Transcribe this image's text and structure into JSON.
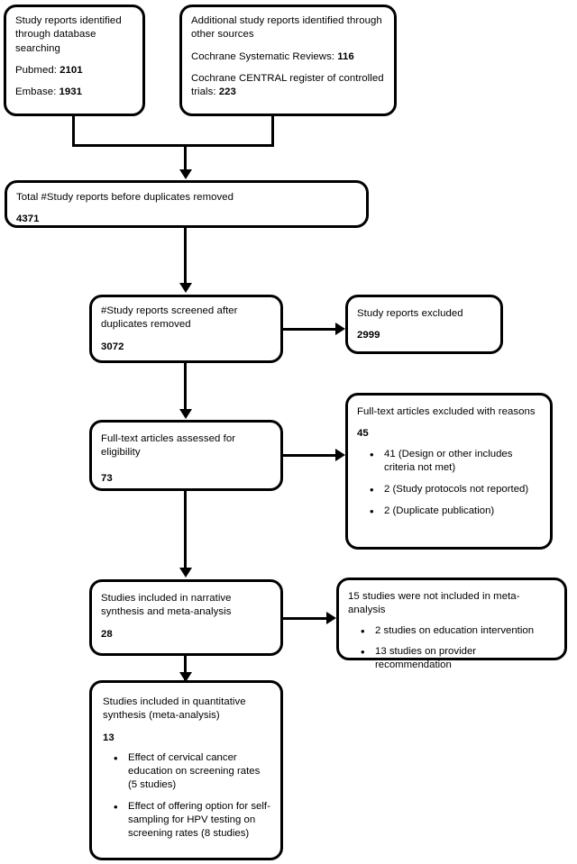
{
  "diagram": {
    "title": "PRISMA study selection flow diagram",
    "nodes": {
      "identification_db": {
        "line1": "Study reports identified through database searching",
        "line2_label": "Pubmed: ",
        "line2_value": "2101",
        "line3_label": "Embase: ",
        "line3_value": "1931"
      },
      "identification_other": {
        "line1": "Additional study reports identified through other sources",
        "line2_label": "Cochrane Systematic Reviews: ",
        "line2_value": "116",
        "line3_label": "Cochrane CENTRAL register of controlled trials: ",
        "line3_value": "223"
      },
      "total_before_duplicates": {
        "label": "Total #Study reports before duplicates removed",
        "value": "4371"
      },
      "screened": {
        "label": "#Study reports screened after duplicates removed",
        "value": "3072"
      },
      "excluded_screened": {
        "label": "Study reports excluded",
        "value": "2999"
      },
      "eligibility": {
        "label": "Full-text articles assessed for eligibility",
        "value": "73"
      },
      "excluded_fulltext": {
        "label": "Full-text articles excluded with reasons",
        "value": "45",
        "reasons": [
          "41 (Design or other includes criteria not met)",
          "2 (Study protocols not reported)",
          "2 (Duplicate publication)"
        ]
      },
      "narrative_synthesis": {
        "label": "Studies included in narrative synthesis and meta-analysis",
        "value": "28"
      },
      "not_in_meta": {
        "label": "15 studies were not included in meta-analysis",
        "items": [
          "2 studies on education intervention",
          "13 studies on provider recommendation"
        ]
      },
      "quantitative_synthesis": {
        "label": "Studies included in quantitative synthesis (meta-analysis)",
        "value": "13",
        "items": [
          "Effect of cervical cancer education on screening rates (5 studies)",
          "Effect of offering option for self-sampling for HPV testing on screening rates (8 studies)"
        ]
      }
    },
    "colors": {
      "stroke": "#000000",
      "background": "#ffffff",
      "text": "#000000"
    }
  }
}
